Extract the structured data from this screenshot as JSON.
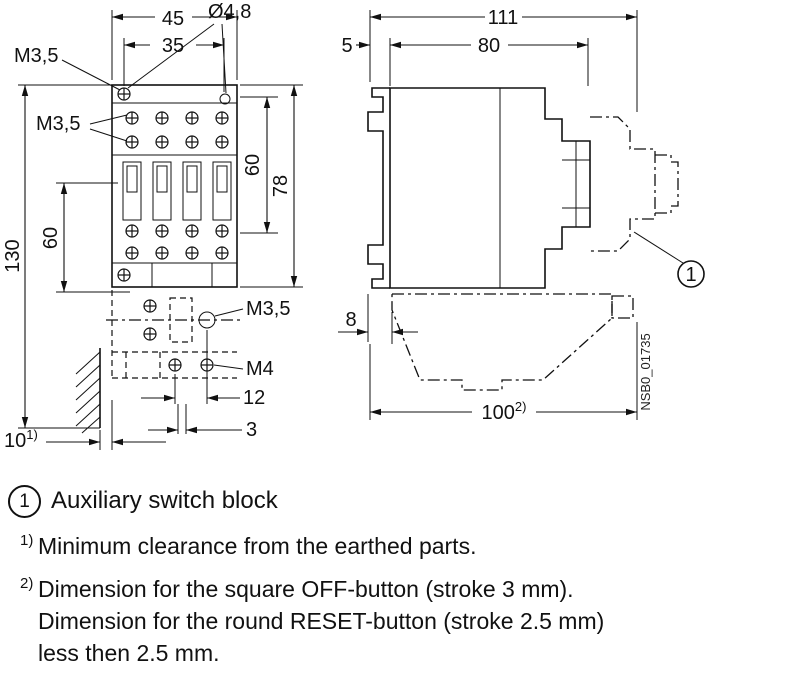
{
  "colors": {
    "ink": "#111111",
    "background": "#ffffff"
  },
  "front_view": {
    "dim_45": "45",
    "dim_35": "35",
    "hole_dia": "Ø4,8",
    "thread_top": "M3,5",
    "thread_terminals": "M3,5",
    "dim_130": "130",
    "dim_60_left": "60",
    "dim_60_right": "60",
    "dim_78": "78",
    "thread_lower": "M3,5",
    "thread_m4": "M4",
    "dim_12": "12",
    "dim_3": "3",
    "dim_10": "10",
    "dim_10_sup": "1)"
  },
  "side_view": {
    "dim_111": "111",
    "dim_80": "80",
    "dim_5": "5",
    "dim_8": "8",
    "dim_100": "100",
    "dim_100_sup": "2)",
    "callout": "1",
    "doc_id": "NSB0_01735"
  },
  "legend": {
    "callout_number": "1",
    "callout_label": "Auxiliary switch block",
    "note1_marker": "1)",
    "note1_text": "Minimum clearance from the earthed parts.",
    "note2_marker": "2)",
    "note2_line1": "Dimension for the square OFF-button (stroke 3 mm).",
    "note2_line2": "Dimension for the round RESET-button (stroke 2.5 mm)",
    "note2_line3": "less then 2.5 mm."
  }
}
